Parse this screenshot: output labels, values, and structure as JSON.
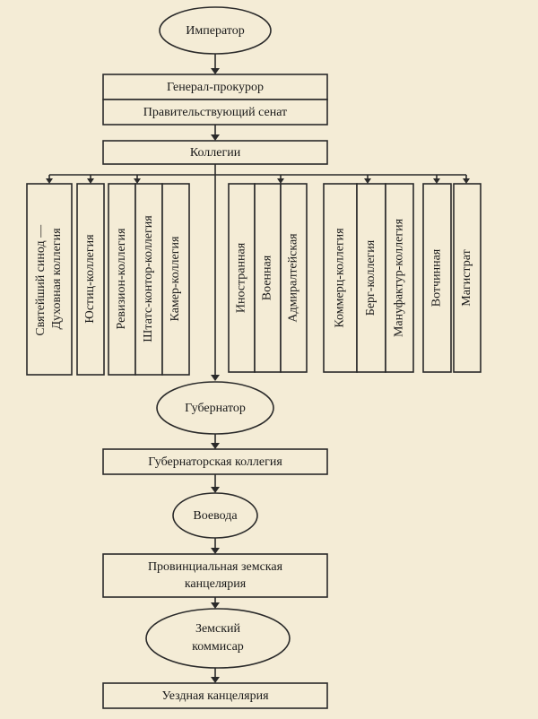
{
  "nodes": {
    "emperor": "Император",
    "procurator": "Генерал-прокурор",
    "senate": "Правительствующий сенат",
    "collegia": "Коллегии",
    "governor": "Губернатор",
    "governor_collegium": "Губернаторская коллегия",
    "voevoda": "Воевода",
    "provincial_line1": "Провинциальная земская",
    "provincial_line2": "канцелярия",
    "commissar_line1": "Земский",
    "commissar_line2": "коммисар",
    "uezd": "Уездная канцелярия"
  },
  "groups": [
    {
      "items": [
        {
          "lines": [
            "Святейший синод —",
            "Духовная коллегия"
          ]
        }
      ]
    },
    {
      "items": [
        {
          "lines": [
            "Юстиц-коллегия"
          ]
        }
      ]
    },
    {
      "items": [
        {
          "lines": [
            "Ревизион-коллегия"
          ]
        },
        {
          "lines": [
            "Штатс-контор-коллегия"
          ]
        },
        {
          "lines": [
            "Камер-коллегия"
          ]
        }
      ]
    },
    {
      "items": [
        {
          "lines": [
            "Иностранная"
          ]
        },
        {
          "lines": [
            "Военная"
          ]
        },
        {
          "lines": [
            "Адмиралтейская"
          ]
        }
      ]
    },
    {
      "items": [
        {
          "lines": [
            "Коммерц-коллегия"
          ]
        },
        {
          "lines": [
            "Берг-коллегия"
          ]
        },
        {
          "lines": [
            "Мануфактур-коллегия"
          ]
        }
      ]
    },
    {
      "items": [
        {
          "lines": [
            "Вотчинная"
          ]
        }
      ]
    },
    {
      "items": [
        {
          "lines": [
            "Магистрат"
          ]
        }
      ]
    }
  ]
}
